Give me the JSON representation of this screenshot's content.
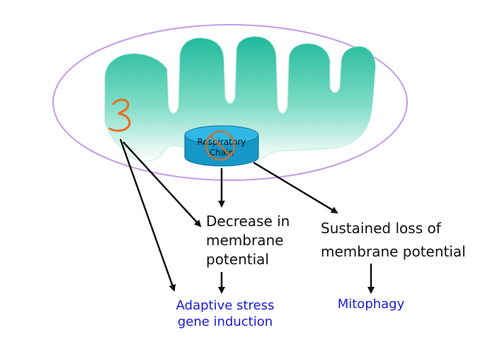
{
  "diagram": {
    "colors": {
      "outer_membrane": "#c59ae6",
      "matrix_fill": "#1fb99b",
      "matrix_fill_light": "#d8f4ec",
      "chain_top": "#2fb8e6",
      "chain_side": "#1597c8",
      "dna": "#ec6a1c",
      "arrow": "#111111",
      "outcome_text": "#1a1ad6"
    },
    "nodes": {
      "respiratory_chain": {
        "line1": "Respiratory",
        "line2": "Chain"
      },
      "decrease": {
        "line1": "Decrease in",
        "line2": "membrane",
        "line3": "potential"
      },
      "sustained": {
        "line1": "Sustained loss of",
        "line2": "membrane potential"
      },
      "adaptive": {
        "line1": "Adaptive stress",
        "line2": "gene induction"
      },
      "mitophagy": {
        "label": "Mitophagy"
      }
    },
    "icons": [
      "mtdna-icon",
      "inhibition-icon"
    ]
  }
}
